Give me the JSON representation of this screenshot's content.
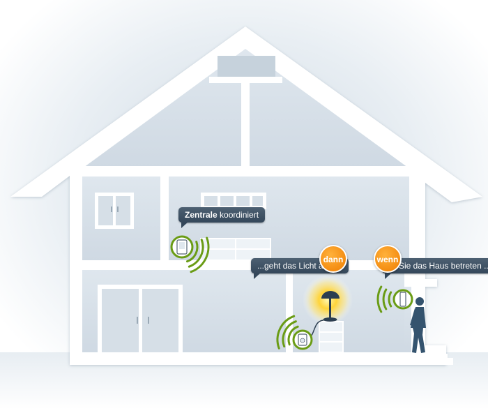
{
  "labels": {
    "zentrale_bold": "Zentrale",
    "zentrale_rest": " koordiniert",
    "licht": "...geht das Licht an",
    "betreten": "Sie das Haus betreten ...",
    "dann": "dann",
    "wenn": "wenn"
  },
  "colors": {
    "house": "#ffffff",
    "wall_fill": "#dde5ec",
    "badge_orange": "#ef7d00",
    "bubble_dark": "#3b4e61",
    "signal_green": "#6a9c15",
    "person": "#34536e",
    "lamp_glow": "#ffd43a"
  },
  "icons": [
    "central-unit-icon",
    "plug-actuator-icon",
    "door-sensor-icon",
    "table-lamp-icon",
    "person-icon",
    "signal-wave-icon"
  ]
}
